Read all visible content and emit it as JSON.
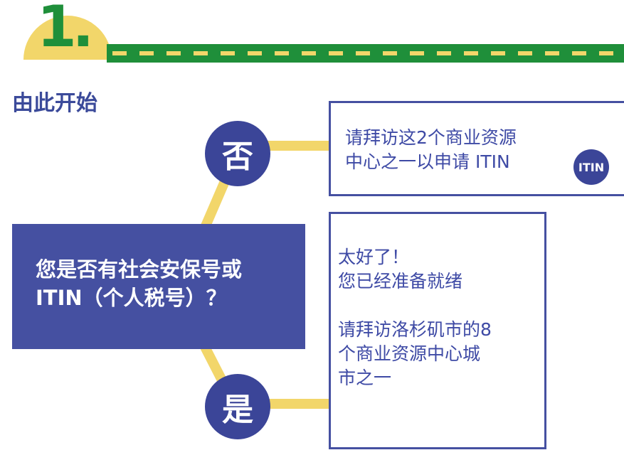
{
  "step": {
    "number": "1."
  },
  "heading": "由此开始",
  "question": {
    "line1": "您是否有社会安保号或",
    "line2": "ITIN（个人税号）？"
  },
  "branches": {
    "no": {
      "label": "否",
      "message": [
        "请拜访这2个商业资源",
        "中心之一以申请 ITIN"
      ],
      "badge": "ITIN"
    },
    "yes": {
      "label": "是",
      "message_a": [
        "太好了！",
        "您已经准备就绪"
      ],
      "message_b": [
        "请拜访洛杉矶市的8",
        "个商业资源中心城",
        "市之一"
      ]
    }
  },
  "colors": {
    "accent_yellow": "#f2d66a",
    "accent_green": "#1f8f3a",
    "primary_blue": "#4550a1"
  }
}
